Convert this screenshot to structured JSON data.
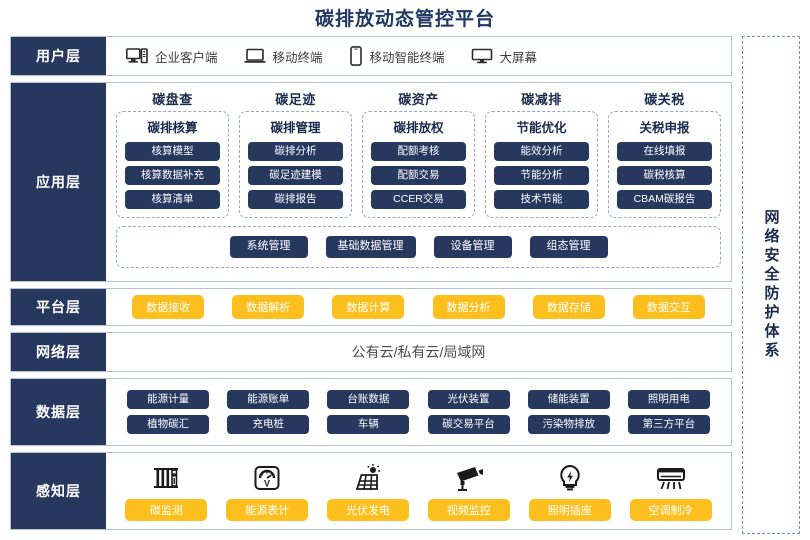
{
  "title": "碳排放动态管控平台",
  "security_panel": {
    "label": "网络安全防护体系"
  },
  "layers": {
    "user": {
      "label": "用户层",
      "items": [
        {
          "icon": "desktop-tower-icon",
          "label": "企业客户端"
        },
        {
          "icon": "laptop-icon",
          "label": "移动终端"
        },
        {
          "icon": "smartphone-icon",
          "label": "移动智能终端"
        },
        {
          "icon": "large-screen-icon",
          "label": "大屏幕"
        }
      ]
    },
    "application": {
      "label": "应用层",
      "groups": [
        {
          "title": "碳盘查",
          "subtitle": "碳排核算",
          "items": [
            "核算模型",
            "核算数据补充",
            "核算清单"
          ]
        },
        {
          "title": "碳足迹",
          "subtitle": "碳排管理",
          "items": [
            "碳排分析",
            "碳足迹建模",
            "碳排报告"
          ]
        },
        {
          "title": "碳资产",
          "subtitle": "碳排放权",
          "items": [
            "配额考核",
            "配额交易",
            "CCER交易"
          ]
        },
        {
          "title": "碳减排",
          "subtitle": "节能优化",
          "items": [
            "能效分析",
            "节能分析",
            "技术节能"
          ]
        },
        {
          "title": "碳关税",
          "subtitle": "关税申报",
          "items": [
            "在线填报",
            "碳税核算",
            "CBAM碳报告"
          ]
        }
      ],
      "management": [
        "系统管理",
        "基础数据管理",
        "设备管理",
        "组态管理"
      ]
    },
    "platform": {
      "label": "平台层",
      "items": [
        "数据接收",
        "数据解析",
        "数据计算",
        "数据分析",
        "数据存储",
        "数据交互"
      ]
    },
    "network": {
      "label": "网络层",
      "text": "公有云/私有云/局域网"
    },
    "data": {
      "label": "数据层",
      "row1": [
        "能源计量",
        "能源账单",
        "台账数据",
        "光伏装置",
        "储能装置",
        "照明用电"
      ],
      "row2": [
        "植物碳汇",
        "充电桩",
        "车辆",
        "碳交易平台",
        "污染物排放",
        "第三方平台"
      ]
    },
    "perception": {
      "label": "感知层",
      "items": [
        {
          "icon": "carbon-monitor-icon",
          "label": "碳监测"
        },
        {
          "icon": "energy-meter-icon",
          "label": "能源表计"
        },
        {
          "icon": "solar-panel-icon",
          "label": "光伏发电"
        },
        {
          "icon": "cctv-camera-icon",
          "label": "视频监控"
        },
        {
          "icon": "light-bulb-icon",
          "label": "照明插座"
        },
        {
          "icon": "air-conditioner-icon",
          "label": "空调制冷"
        }
      ]
    }
  },
  "colors": {
    "navy": "#27385f",
    "title_blue": "#1f3864",
    "yellow": "#fcbf1e",
    "dashed_border": "#9aa6bd"
  }
}
